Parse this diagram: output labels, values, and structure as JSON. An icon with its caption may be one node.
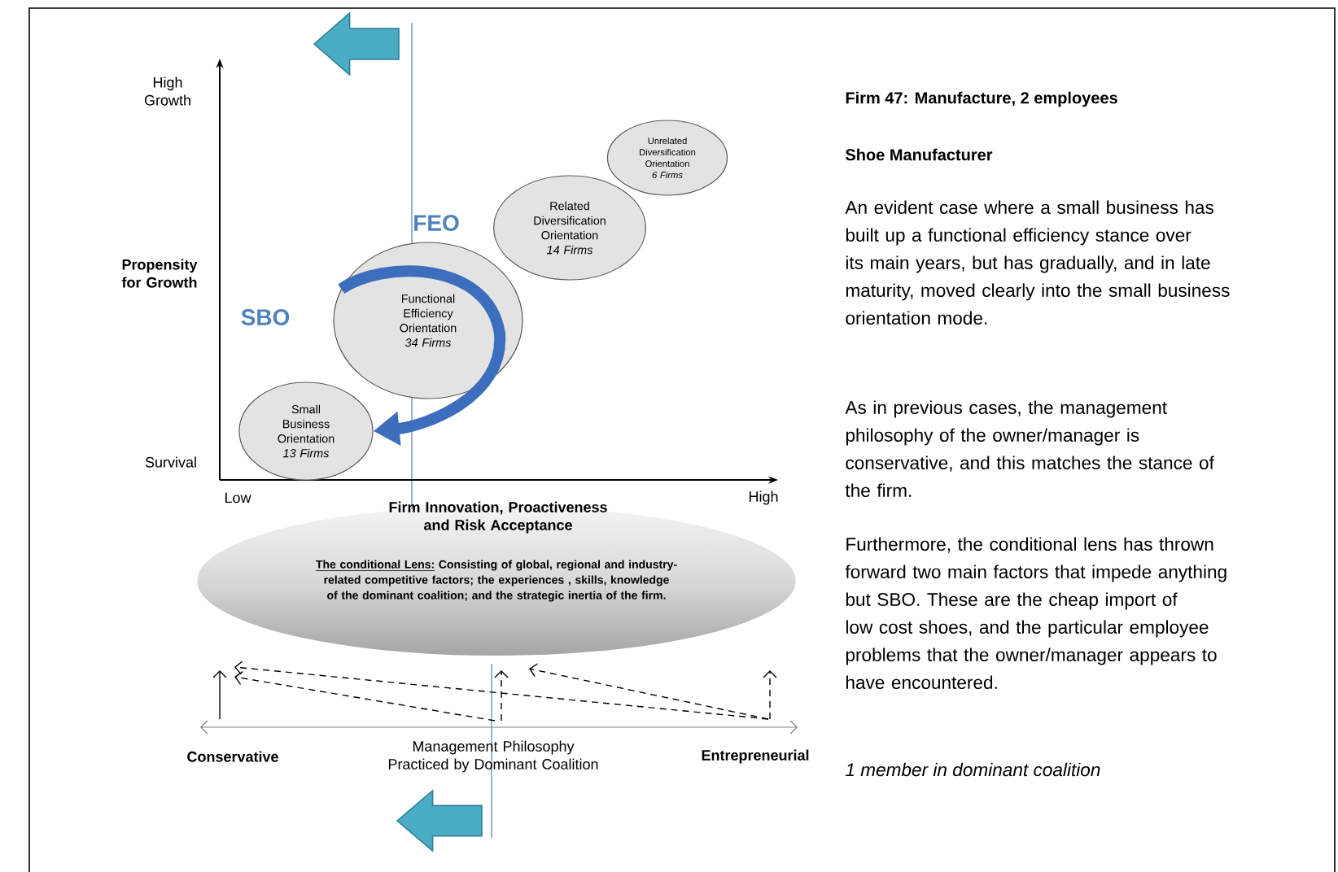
{
  "diagram": {
    "title": "Firm 47:  Manufacture, 2 employees",
    "nodes": [
      {
        "text": [
          "Small Business Orientation",
          "13 Firms"
        ]
      },
      {
        "text": [
          "Functional Efficiency Orientation",
          "34 Firms"
        ]
      },
      {
        "text": [
          "Related Diversification Orientation",
          "14 Firms"
        ]
      },
      {
        "text": [
          "Unrelated Diversification Orientation",
          "6 Firms"
        ]
      },
      {
        "text": [
          "The conditional Lens:",
          "Consisting of global, regional and industry-related competitive factors;  the experiences , skills, knowledge of the dominant coalition; and the strategic inertia of the firm."
        ]
      }
    ],
    "edges": [
      {
        "from": 1,
        "to": 0,
        "arrow": "to",
        "color": "#3d6dbd"
      }
    ],
    "labels": [
      "High Growth",
      "Propensity for Growth",
      "Survival",
      "Low",
      "Firm Innovation, Proactiveness and Risk Acceptance",
      "High",
      "FEO",
      "SBO",
      "Conservative",
      "Management Philosophy Practiced by Dominant Coalition",
      "Entrepreneurial",
      "Shoe Manufacturer",
      "An evident case where a small business has built up a functional efficiency stance over its main years, but has gradually, and in late maturity, moved clearly into the small business orientation mode.",
      "As in previous cases, the management philosophy of the owner/manager is conservative, and this matches the stance of the firm.",
      "Furthermore, the conditional lens has thrown forward two main factors that impede anything but  SBO. These are the cheap import of low cost shoes, and the particular employee problems that the owner/manager appears to have encountered.",
      "1 member in dominant coalition"
    ]
  }
}
